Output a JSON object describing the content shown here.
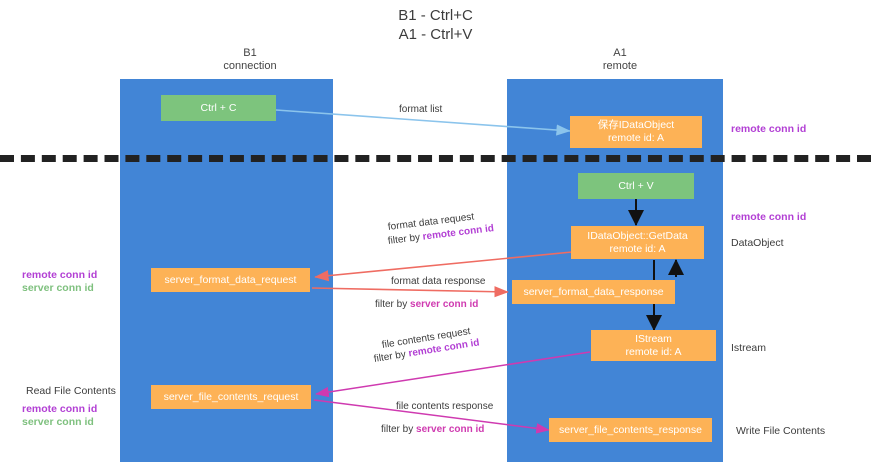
{
  "title": "B1 - Ctrl+C\nA1 - Ctrl+V",
  "columns": {
    "left": "B1\nconnection",
    "right": "A1\nremote"
  },
  "nodes": {
    "ctrl_c": {
      "line1": "Ctrl + C",
      "line2": "",
      "color": "#7dc47d"
    },
    "data_object": {
      "line1": "保存IDataObject",
      "line2": "remote id: A",
      "color": "#fdb256"
    },
    "ctrl_v": {
      "line1": "Ctrl + V",
      "line2": "",
      "color": "#7dc47d"
    },
    "get_data": {
      "line1": "IDataObject::GetData",
      "line2": "remote id: A",
      "color": "#fdb256"
    },
    "format_request": {
      "line1": "server_format_data_request",
      "line2": "",
      "color": "#fdb256"
    },
    "format_response": {
      "line1": "server_format_data_response",
      "line2": "",
      "color": "#fdb256"
    },
    "istream": {
      "line1": "IStream",
      "line2": "remote id: A",
      "color": "#fdb256"
    },
    "file_request": {
      "line1": "server_file_contents_request",
      "line2": "",
      "color": "#fdb256"
    },
    "file_response": {
      "line1": "server_file_contents_response",
      "line2": "",
      "color": "#fdb256"
    }
  },
  "edge_labels": {
    "format_list": "format list",
    "format_data_request": "format data request",
    "format_data_request_filter_prefix": "filter by ",
    "format_data_request_filter_key": "remote conn id",
    "format_data_response": "format data response",
    "format_data_response_filter_prefix": "filter by ",
    "format_data_response_filter_key": "server conn id",
    "file_contents_request": "file contents request",
    "file_contents_request_filter_prefix": "filter by ",
    "file_contents_request_filter_key": "remote conn id",
    "file_contents_response": "file contents response",
    "file_contents_response_filter_prefix": "filter by ",
    "file_contents_response_filter_key": "server conn id"
  },
  "annotations": {
    "right_remote_conn_id_top": "remote conn id",
    "right_remote_conn_id_mid": "remote conn id",
    "right_data_object": "DataObject",
    "right_istream": "Istream",
    "right_write_file_contents": "Write File Contents",
    "left_keys_mid": {
      "remote": "remote conn id",
      "server": "server conn id"
    },
    "left_read_file_contents": "Read File Contents",
    "left_keys_bottom": {
      "remote": "remote conn id",
      "server": "server conn id"
    }
  },
  "colors": {
    "lane": "#4285d6",
    "green_node": "#7dc47d",
    "orange_node": "#fdb256",
    "purple_text": "#b23fd4",
    "green_text": "#7ec07e",
    "magenta_text": "#cf3ab0",
    "divider": "#222222",
    "arrow_blue": "#8bc4ec",
    "arrow_red": "#ef6c62",
    "arrow_black": "#111111",
    "arrow_magenta": "#cf3ab0"
  }
}
